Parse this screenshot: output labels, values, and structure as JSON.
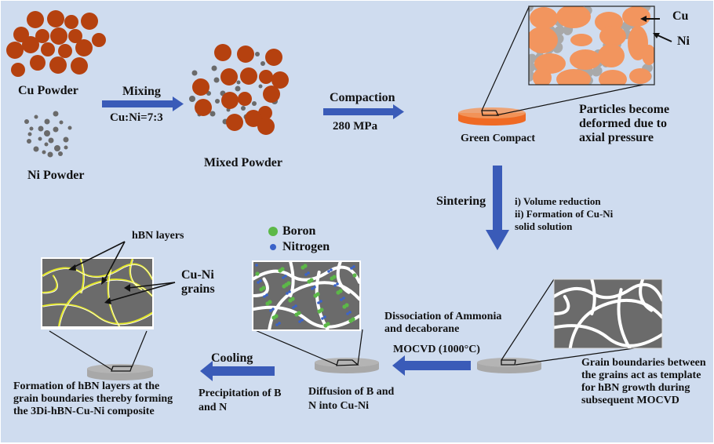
{
  "colors": {
    "background": "#cfdcef",
    "cu_particle": "#b5410f",
    "ni_particle": "#6a6a6a",
    "cu_deformed": "#f2955e",
    "ni_deformed": "#a9a9a9",
    "arrow": "#3a5bb8",
    "green_compact": "#ef6a24",
    "sintered_disc": "#b4b4b4",
    "grain": "#6b6b6b",
    "boundary": "#ffffff",
    "hbn_layer": "#e3e62a",
    "boron": "#5cb848",
    "nitrogen": "#3b63c9"
  },
  "steps": {
    "cu_powder": "Cu Powder",
    "ni_powder": "Ni Powder",
    "mixing": "Mixing",
    "ratio": "Cu:Ni=7:3",
    "mixed_powder": "Mixed Powder",
    "compaction": "Compaction",
    "pressure": "280 MPa",
    "green_compact": "Green Compact",
    "inset_cu": "Cu",
    "inset_ni": "Ni",
    "deformed_note": "Particles become\ndeformed due to\naxial pressure",
    "sintering": "Sintering",
    "sintering_effects": "i) Volume reduction\nii) Formation of Cu-Ni\nsolid solution",
    "grain_boundary_note": "Grain boundaries between\nthe grains act as template\nfor hBN growth during\nsubsequent MOCVD",
    "dissociation": "Dissociation of Ammonia\nand decaborane",
    "mocvd": "MOCVD (1000°C)",
    "legend_boron": "Boron",
    "legend_nitrogen": "Nitrogen",
    "diffusion": "Diffusion of B and\nN into Cu-Ni",
    "cooling": "Cooling",
    "precipitation": "Precipitation of B\nand N",
    "hbn_layers": "hBN layers",
    "cuni_grains": "Cu-Ni\ngrains",
    "final_note": "Formation of hBN layers at the\ngrain boundaries thereby forming\nthe 3Di-hBN-Cu-Ni composite"
  }
}
